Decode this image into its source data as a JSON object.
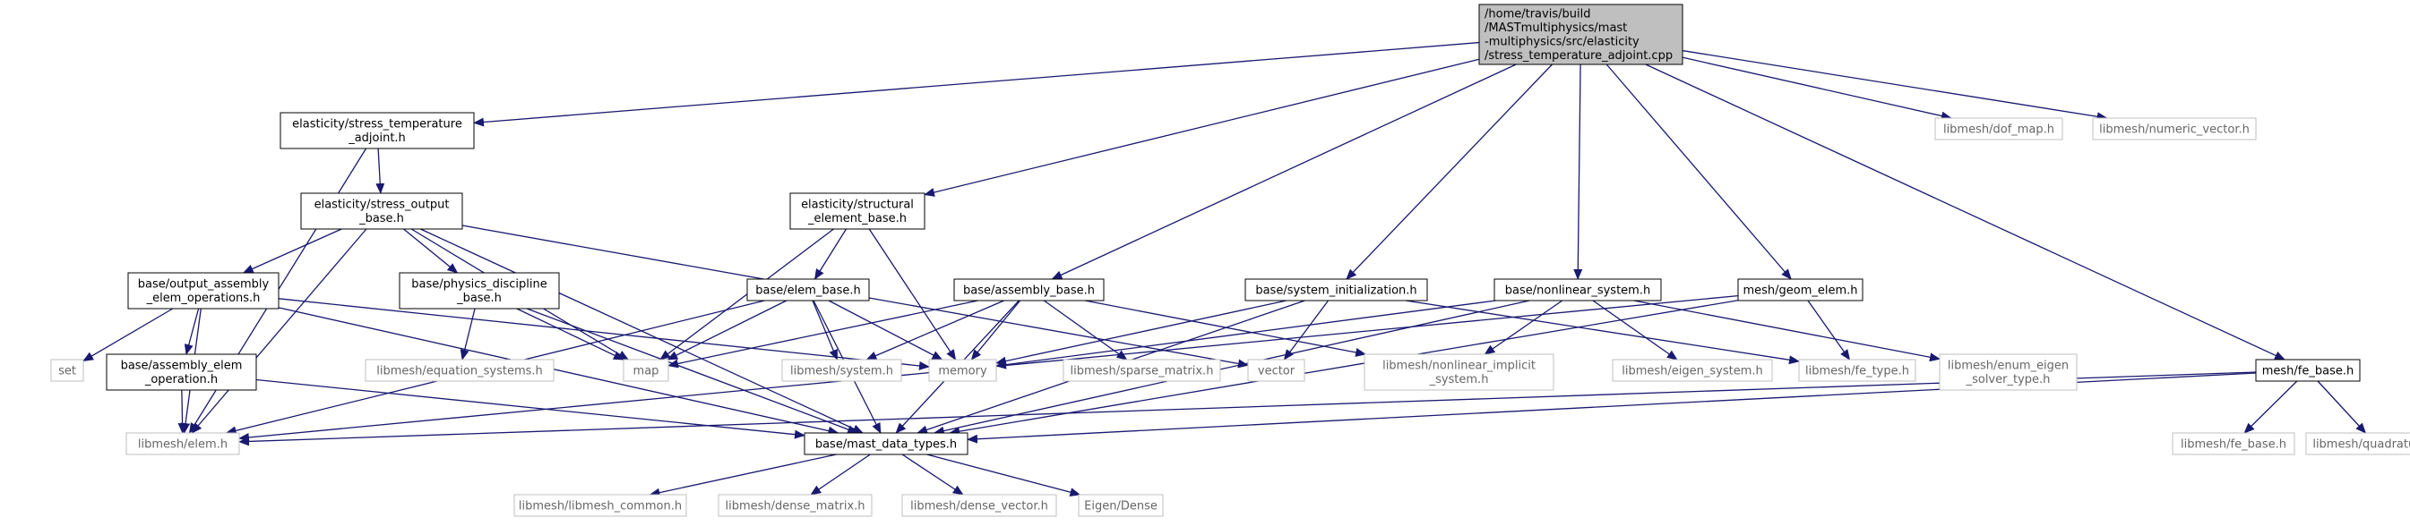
{
  "graph": {
    "nodes": [
      {
        "id": "root",
        "lines": [
          "/home/travis/build",
          "/MASTmultiphysics/mast",
          "-multiphysics/src/elasticity",
          "/stress_temperature_adjoint.cpp"
        ],
        "style": "root"
      },
      {
        "id": "sta_h",
        "lines": [
          "elasticity/stress_temperature",
          "_adjoint.h"
        ],
        "style": "normal"
      },
      {
        "id": "sob_h",
        "lines": [
          "elasticity/stress_output",
          "_base.h"
        ],
        "style": "normal"
      },
      {
        "id": "oaeo_h",
        "lines": [
          "base/output_assembly",
          "_elem_operations.h"
        ],
        "style": "normal"
      },
      {
        "id": "pdb_h",
        "lines": [
          "base/physics_discipline",
          "_base.h"
        ],
        "style": "normal"
      },
      {
        "id": "aeo_h",
        "lines": [
          "base/assembly_elem",
          "_operation.h"
        ],
        "style": "normal"
      },
      {
        "id": "seb_h",
        "lines": [
          "elasticity/structural",
          "_element_base.h"
        ],
        "style": "normal"
      },
      {
        "id": "eb_h",
        "lines": [
          "base/elem_base.h"
        ],
        "style": "normal"
      },
      {
        "id": "ab_h",
        "lines": [
          "base/assembly_base.h"
        ],
        "style": "normal"
      },
      {
        "id": "si_h",
        "lines": [
          "base/system_initialization.h"
        ],
        "style": "normal"
      },
      {
        "id": "ns_h",
        "lines": [
          "base/nonlinear_system.h"
        ],
        "style": "normal"
      },
      {
        "id": "ge_h",
        "lines": [
          "mesh/geom_elem.h"
        ],
        "style": "normal"
      },
      {
        "id": "feb_h",
        "lines": [
          "mesh/fe_base.h"
        ],
        "style": "normal"
      },
      {
        "id": "mdt_h",
        "lines": [
          "base/mast_data_types.h"
        ],
        "style": "normal"
      },
      {
        "id": "lm_elem",
        "lines": [
          "libmesh/elem.h"
        ],
        "style": "external"
      },
      {
        "id": "set",
        "lines": [
          "set"
        ],
        "style": "external"
      },
      {
        "id": "lm_es",
        "lines": [
          "libmesh/equation_systems.h"
        ],
        "style": "external"
      },
      {
        "id": "map",
        "lines": [
          "map"
        ],
        "style": "external"
      },
      {
        "id": "lm_sys",
        "lines": [
          "libmesh/system.h"
        ],
        "style": "external"
      },
      {
        "id": "memory",
        "lines": [
          "memory"
        ],
        "style": "external"
      },
      {
        "id": "lm_sm",
        "lines": [
          "libmesh/sparse_matrix.h"
        ],
        "style": "external"
      },
      {
        "id": "vector",
        "lines": [
          "vector"
        ],
        "style": "external"
      },
      {
        "id": "lm_nis",
        "lines": [
          "libmesh/nonlinear_implicit",
          "_system.h"
        ],
        "style": "external"
      },
      {
        "id": "lm_eig",
        "lines": [
          "libmesh/eigen_system.h"
        ],
        "style": "external"
      },
      {
        "id": "lm_fet",
        "lines": [
          "libmesh/fe_type.h"
        ],
        "style": "external"
      },
      {
        "id": "lm_enum",
        "lines": [
          "libmesh/enum_eigen",
          "_solver_type.h"
        ],
        "style": "external"
      },
      {
        "id": "lm_dof",
        "lines": [
          "libmesh/dof_map.h"
        ],
        "style": "external"
      },
      {
        "id": "lm_nv",
        "lines": [
          "libmesh/numeric_vector.h"
        ],
        "style": "external"
      },
      {
        "id": "lm_feb",
        "lines": [
          "libmesh/fe_base.h"
        ],
        "style": "external"
      },
      {
        "id": "lm_quad",
        "lines": [
          "libmesh/quadrature.h"
        ],
        "style": "external"
      },
      {
        "id": "lm_common",
        "lines": [
          "libmesh/libmesh_common.h"
        ],
        "style": "external"
      },
      {
        "id": "lm_dm",
        "lines": [
          "libmesh/dense_matrix.h"
        ],
        "style": "external"
      },
      {
        "id": "lm_dv",
        "lines": [
          "libmesh/dense_vector.h"
        ],
        "style": "external"
      },
      {
        "id": "eigen",
        "lines": [
          "Eigen/Dense"
        ],
        "style": "external"
      }
    ],
    "edges": [
      [
        "root",
        "sta_h"
      ],
      [
        "root",
        "seb_h"
      ],
      [
        "root",
        "ab_h"
      ],
      [
        "root",
        "si_h"
      ],
      [
        "root",
        "ns_h"
      ],
      [
        "root",
        "ge_h"
      ],
      [
        "root",
        "feb_h"
      ],
      [
        "root",
        "lm_dof"
      ],
      [
        "root",
        "lm_nv"
      ],
      [
        "sta_h",
        "sob_h"
      ],
      [
        "sta_h",
        "lm_elem"
      ],
      [
        "sob_h",
        "oaeo_h"
      ],
      [
        "sob_h",
        "pdb_h"
      ],
      [
        "sob_h",
        "lm_elem"
      ],
      [
        "sob_h",
        "map"
      ],
      [
        "sob_h",
        "vector"
      ],
      [
        "sob_h",
        "mdt_h"
      ],
      [
        "oaeo_h",
        "set"
      ],
      [
        "oaeo_h",
        "aeo_h"
      ],
      [
        "oaeo_h",
        "lm_elem"
      ],
      [
        "oaeo_h",
        "memory"
      ],
      [
        "oaeo_h",
        "mdt_h"
      ],
      [
        "pdb_h",
        "lm_es"
      ],
      [
        "pdb_h",
        "map"
      ],
      [
        "pdb_h",
        "mdt_h"
      ],
      [
        "aeo_h",
        "lm_elem"
      ],
      [
        "aeo_h",
        "mdt_h"
      ],
      [
        "seb_h",
        "eb_h"
      ],
      [
        "seb_h",
        "map"
      ],
      [
        "seb_h",
        "memory"
      ],
      [
        "eb_h",
        "map"
      ],
      [
        "eb_h",
        "lm_sys"
      ],
      [
        "eb_h",
        "memory"
      ],
      [
        "eb_h",
        "lm_elem"
      ],
      [
        "eb_h",
        "mdt_h"
      ],
      [
        "ab_h",
        "map"
      ],
      [
        "ab_h",
        "lm_sys"
      ],
      [
        "ab_h",
        "memory"
      ],
      [
        "ab_h",
        "lm_sm"
      ],
      [
        "ab_h",
        "lm_nis"
      ],
      [
        "ab_h",
        "mdt_h"
      ],
      [
        "si_h",
        "memory"
      ],
      [
        "si_h",
        "vector"
      ],
      [
        "si_h",
        "lm_fet"
      ],
      [
        "si_h",
        "mdt_h"
      ],
      [
        "ns_h",
        "memory"
      ],
      [
        "ns_h",
        "lm_nis"
      ],
      [
        "ns_h",
        "lm_eig"
      ],
      [
        "ns_h",
        "lm_enum"
      ],
      [
        "ns_h",
        "mdt_h"
      ],
      [
        "ge_h",
        "lm_fet"
      ],
      [
        "ge_h",
        "lm_elem"
      ],
      [
        "ge_h",
        "mdt_h"
      ],
      [
        "feb_h",
        "lm_elem"
      ],
      [
        "feb_h",
        "mdt_h"
      ],
      [
        "feb_h",
        "lm_feb"
      ],
      [
        "feb_h",
        "lm_quad"
      ],
      [
        "mdt_h",
        "lm_common"
      ],
      [
        "mdt_h",
        "lm_dm"
      ],
      [
        "mdt_h",
        "lm_dv"
      ],
      [
        "mdt_h",
        "eigen"
      ]
    ]
  },
  "colors": {
    "edge": "#191970",
    "node_border": "#000000",
    "external_border": "#bfbfbf",
    "external_text": "#666666",
    "root_fill": "#bfbfbf",
    "normal_fill": "#ffffff",
    "text": "#000000"
  }
}
